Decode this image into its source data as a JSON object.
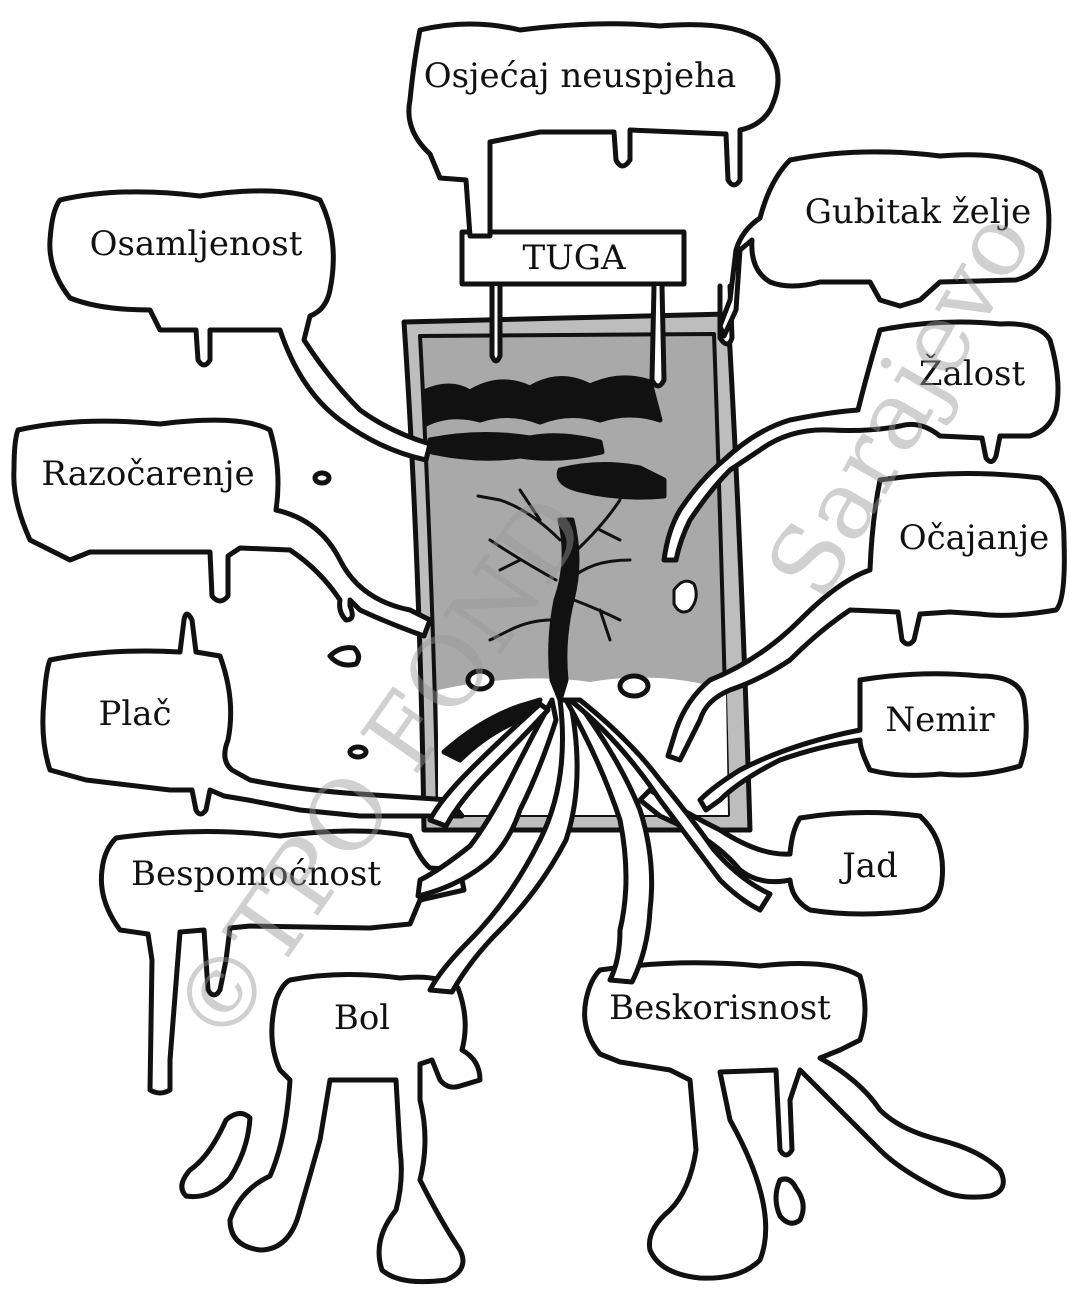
{
  "door_sign": "TUGA",
  "bubbles": {
    "osjecaj": "Osjećaj neuspjeha",
    "osamljenost": "Osamljenost",
    "gubitak": "Gubitak želje",
    "zalost": "Žalost",
    "razocarenje": "Razočarenje",
    "ocajanje": "Očajanje",
    "plac": "Plač",
    "nemir": "Nemir",
    "bespomocnost": "Bespomoćnost",
    "jad": "Jad",
    "bol": "Bol",
    "beskorisnost": "Beskorisnost"
  },
  "watermark": {
    "main": "©TPO FOND",
    "city": "Sarajevo"
  },
  "colors": {
    "ink": "#111111",
    "door_gray": "#a9a9a9",
    "frame_gray": "#bdbdbd",
    "watermark": "#969696"
  }
}
